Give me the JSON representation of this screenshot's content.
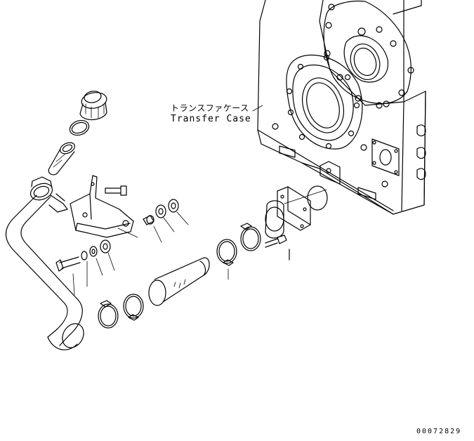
{
  "callout": {
    "name_jp": "トランスファケース",
    "name_en": "Transfer Case"
  },
  "drawing_number": "00072829",
  "colors": {
    "line": "#000000",
    "background": "#ffffff"
  }
}
